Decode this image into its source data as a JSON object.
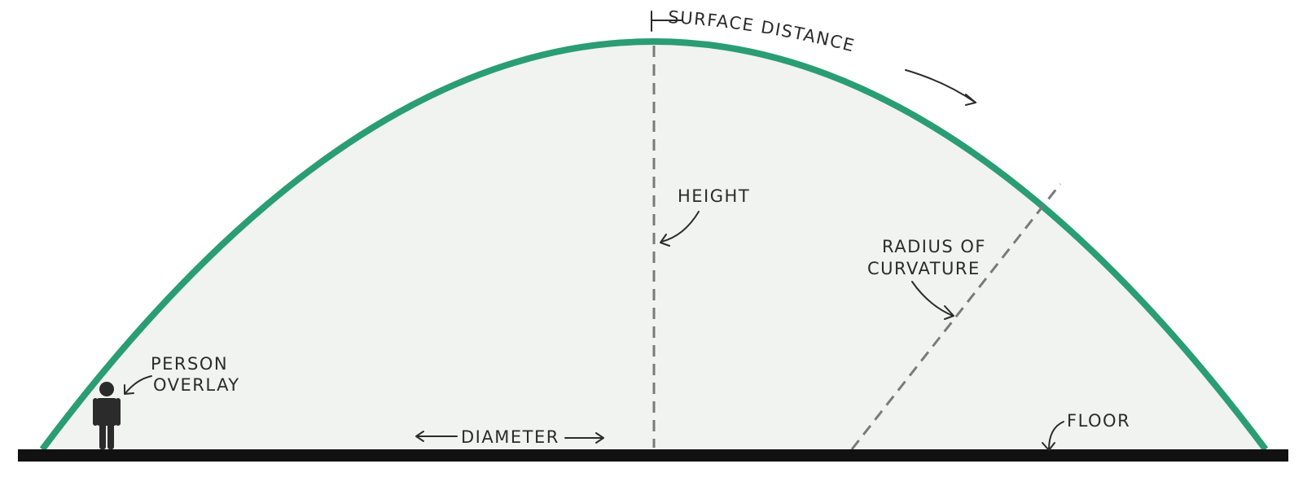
{
  "colors": {
    "dome_stroke": "#2a9d74",
    "dome_fill": "#f1f3f0",
    "floor": "#111111",
    "dashed": "#7a7a7a",
    "ink": "#2b2b2b"
  },
  "labels": {
    "surface_distance": "SURFACE DISTANCE",
    "height": "HEIGHT",
    "radius_line1": "RADIUS OF",
    "radius_line2": "CURVATURE",
    "person_line1": "PERSON",
    "person_line2": "OVERLAY",
    "diameter": "DIAMETER",
    "floor": "FLOOR"
  },
  "icons": {
    "person": "person-silhouette-icon"
  }
}
